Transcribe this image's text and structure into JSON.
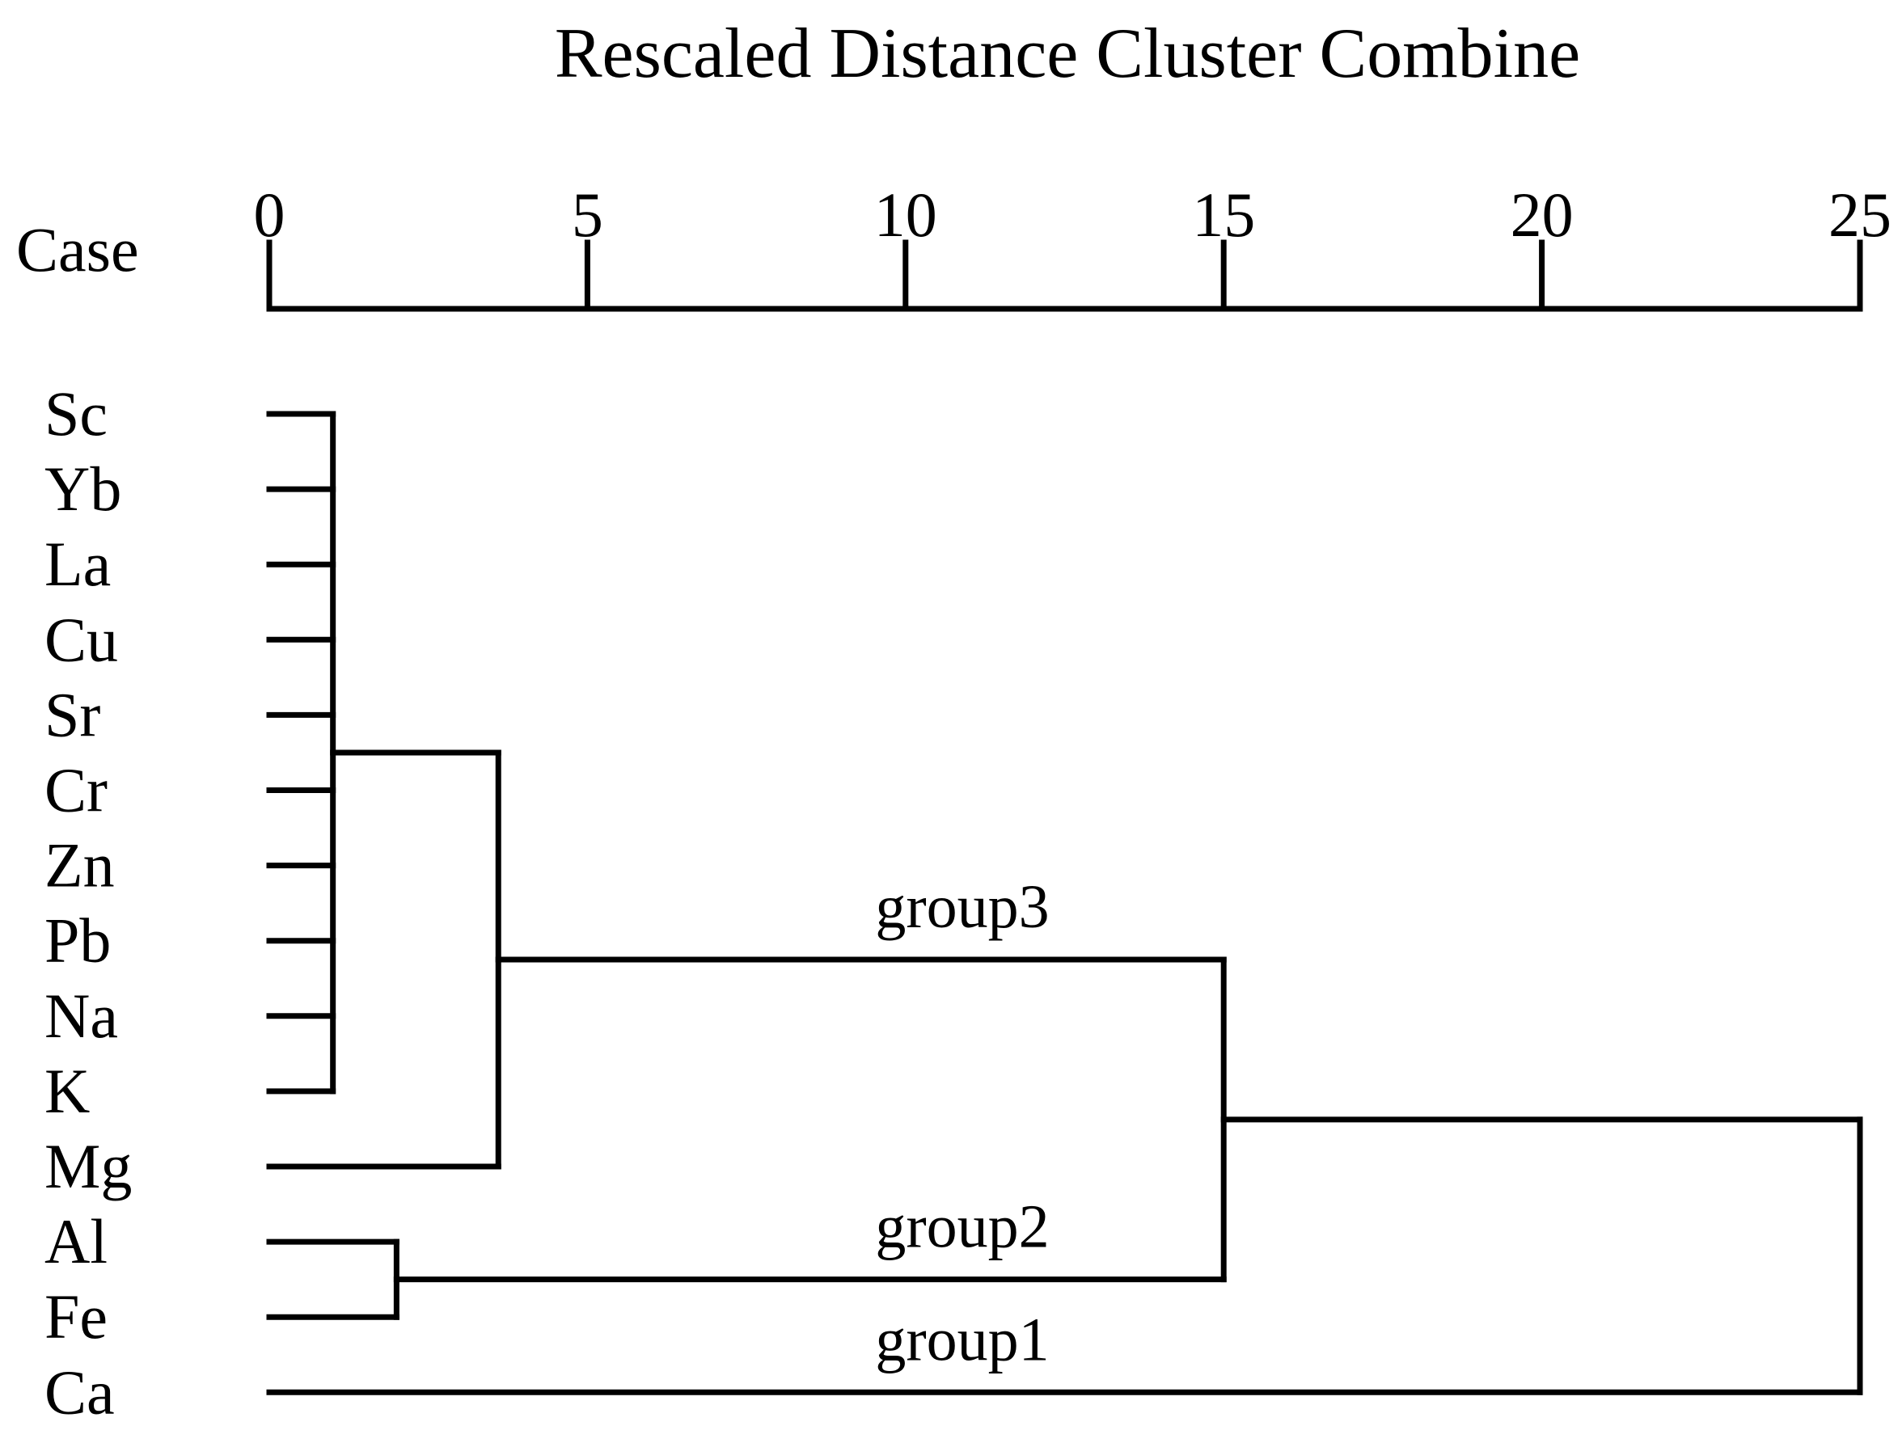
{
  "title": "Rescaled Distance Cluster Combine",
  "case_label": "Case",
  "colors": {
    "ink": "#000000",
    "background": "#ffffff"
  },
  "chart_data": {
    "type": "dendrogram",
    "title": "Rescaled Distance Cluster Combine",
    "axis": {
      "label": "Rescaled Distance Cluster Combine",
      "range": [
        0,
        25
      ],
      "ticks": [
        0,
        5,
        10,
        15,
        20,
        25
      ]
    },
    "case_label": "Case",
    "leaves": [
      "Sc",
      "Yb",
      "La",
      "Cu",
      "Sr",
      "Cr",
      "Zn",
      "Pb",
      "Na",
      "K",
      "Mg",
      "Al",
      "Fe",
      "Ca"
    ],
    "merges": [
      {
        "id": "c1",
        "members": [
          "Sc",
          "Yb",
          "La",
          "Cu",
          "Sr",
          "Cr",
          "Zn",
          "Pb",
          "Na",
          "K"
        ],
        "distance": 1
      },
      {
        "id": "c2",
        "members": [
          "c1",
          "Mg"
        ],
        "distance": 3.6
      },
      {
        "id": "c3",
        "members": [
          "Al",
          "Fe"
        ],
        "distance": 2
      },
      {
        "id": "c4",
        "members": [
          "c2",
          "c3"
        ],
        "distance": 15
      },
      {
        "id": "c5",
        "members": [
          "c4",
          "Ca"
        ],
        "distance": 25
      }
    ],
    "annotations": [
      {
        "text": "group3",
        "branch": "c2"
      },
      {
        "text": "group2",
        "branch": "c3"
      },
      {
        "text": "group1",
        "branch": "Ca"
      }
    ]
  }
}
